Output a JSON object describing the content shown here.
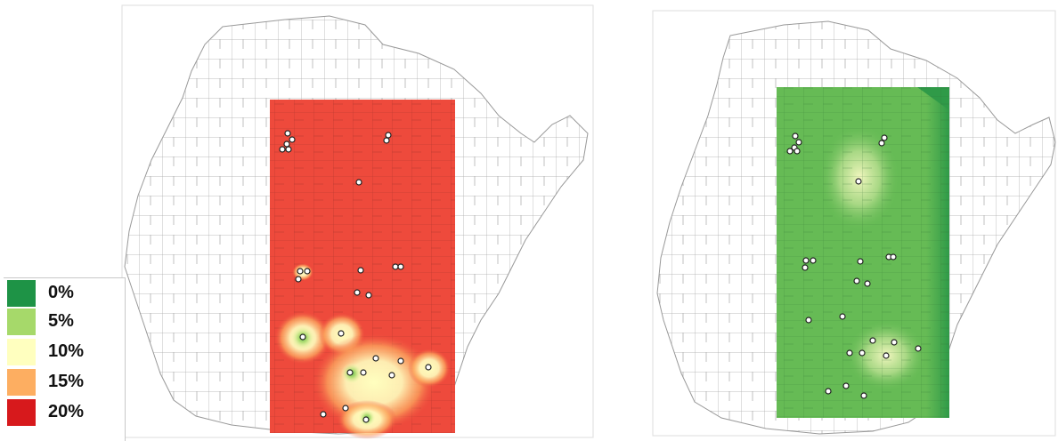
{
  "legend": {
    "items": [
      {
        "label": "0%",
        "color": "#1e9346"
      },
      {
        "label": "5%",
        "color": "#a6d96a"
      },
      {
        "label": "10%",
        "color": "#ffffbf"
      },
      {
        "label": "15%",
        "color": "#fdae61"
      },
      {
        "label": "20%",
        "color": "#d7191c"
      }
    ]
  },
  "colors": {
    "left_surface": "#ee4a3c",
    "right_surface": "#66bb55",
    "boundary_lines": "#9a9a9a",
    "points": "#ffffff"
  }
}
